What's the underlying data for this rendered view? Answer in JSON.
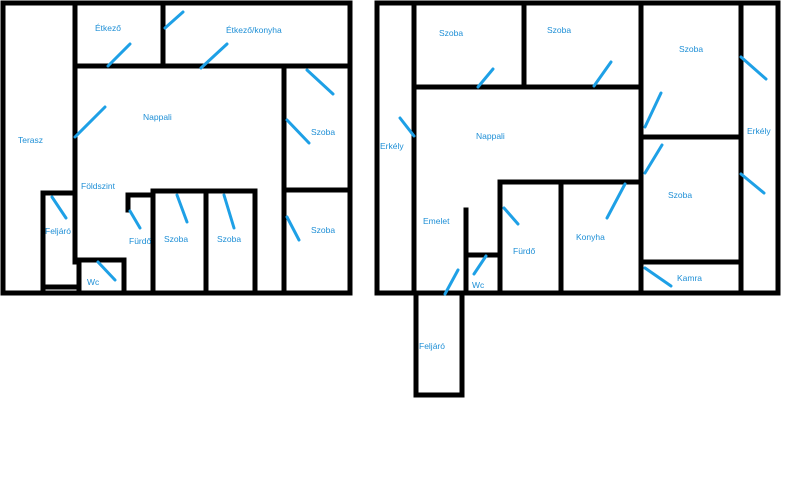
{
  "colors": {
    "wall": "#000000",
    "door": "#1ea0e6",
    "label": "#1e8fd6"
  },
  "ground_floor": {
    "terasz": "Terasz",
    "etkezo": "Étkező",
    "etkezo_konyha": "Étkező/konyha",
    "nappali": "Nappali",
    "szoba_right_top": "Szoba",
    "foldszint": "Földszint",
    "feljaro": "Feljáró",
    "wc": "Wc",
    "furdo": "Fürdő",
    "szoba_mid_1": "Szoba",
    "szoba_mid_2": "Szoba",
    "szoba_right_bottom": "Szoba"
  },
  "upper_floor": {
    "erkely_left": "Erkély",
    "szoba_top_1": "Szoba",
    "szoba_top_2": "Szoba",
    "szoba_right_top": "Szoba",
    "erkely_right": "Erkély",
    "nappali": "Nappali",
    "emelet": "Emelet",
    "wc": "Wc",
    "furdo": "Fürdő",
    "konyha": "Konyha",
    "szoba_right_mid": "Szoba",
    "kamra": "Kamra",
    "feljaro": "Feljáró"
  }
}
